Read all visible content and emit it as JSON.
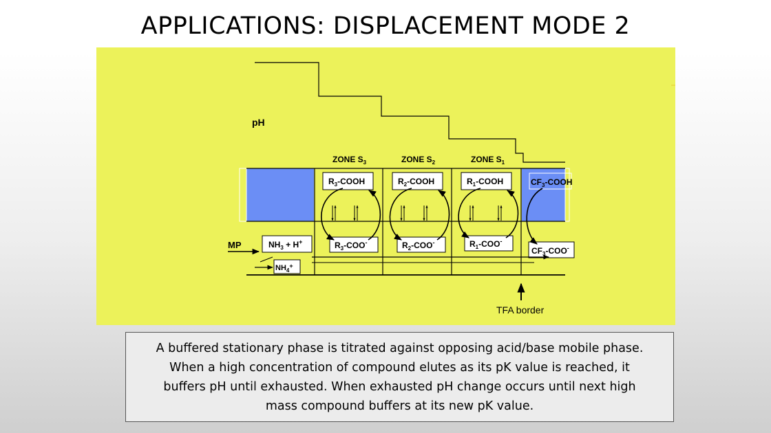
{
  "title": "APPLICATIONS: DISPLACEMENT MODE 2",
  "diagram": {
    "ph_label": "pH",
    "zones": [
      {
        "label": "ZONE S",
        "sub": "3"
      },
      {
        "label": "ZONE S",
        "sub": "2"
      },
      {
        "label": "ZONE S",
        "sub": "1"
      }
    ],
    "acids": [
      {
        "pre": "R",
        "sub": "3",
        "post": "-COOH"
      },
      {
        "pre": "R",
        "sub": "2",
        "post": "-COOH"
      },
      {
        "pre": "R",
        "sub": "1",
        "post": "-COOH"
      },
      {
        "pre": "CF",
        "sub": "3",
        "post": "-COOH"
      }
    ],
    "bases": [
      {
        "pre": "R",
        "sub": "3",
        "post": "-COO",
        "sup": "-"
      },
      {
        "pre": "R",
        "sub": "2",
        "post": "-COO",
        "sup": "-"
      },
      {
        "pre": "R",
        "sub": "1",
        "post": "-COO",
        "sup": "-"
      },
      {
        "pre": "CF",
        "sub": "3",
        "post": "-COO",
        "sup": "-"
      }
    ],
    "mp_label": "MP",
    "nh3": {
      "pre": "NH",
      "sub": "3",
      "mid": " + H",
      "sup": "+"
    },
    "nh4": {
      "pre": "NH",
      "sub": "4",
      "sup": "+"
    },
    "tfa_label": "TFA border",
    "colors": {
      "background": "#ecf25a",
      "column": "#6b8ef5"
    }
  },
  "caption": "A buffered stationary phase is titrated against opposing acid/base mobile phase. When a high concentration of compound elutes as its pK value is reached, it buffers pH until exhausted. When exhausted pH change occurs until next high mass compound buffers at its new pK value."
}
